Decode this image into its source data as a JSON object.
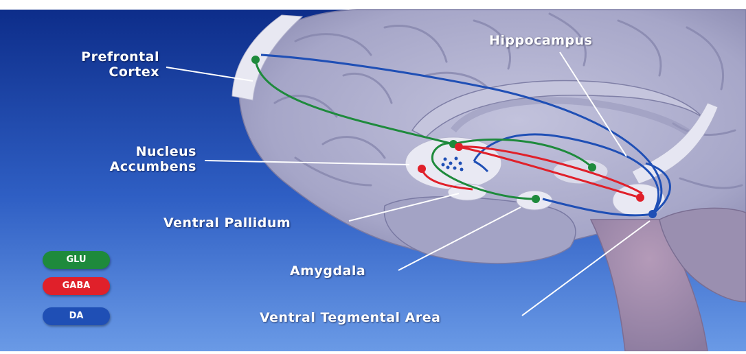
{
  "labels": {
    "prefrontal_cortex_line1": "Prefrontal",
    "prefrontal_cortex_line2": "Cortex",
    "hippocampus": "Hippocampus",
    "nucleus_accumbens_line1": "Nucleus",
    "nucleus_accumbens_line2": "Accumbens",
    "ventral_pallidum": "Ventral Pallidum",
    "amygdala": "Amygdala",
    "ventral_tegmental_area": "Ventral Tegmental Area"
  },
  "legend": [
    {
      "label": "GLU",
      "color": "#1e8a3c"
    },
    {
      "label": "GABA",
      "color": "#e0202a"
    },
    {
      "label": "DA",
      "color": "#1f4fb5"
    }
  ],
  "colors": {
    "glu": "#1e8a3c",
    "gaba": "#e0202a",
    "da": "#1f4fb5",
    "background_top": "#0d2d8a",
    "background_bottom": "#5b8fe0",
    "brain": "#a9a9c9"
  }
}
